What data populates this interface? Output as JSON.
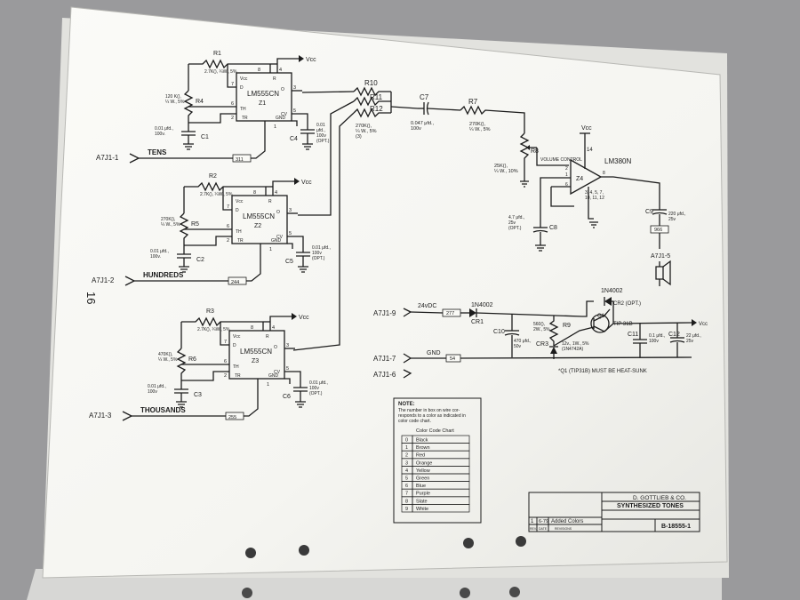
{
  "page_number": "16",
  "timers": [
    {
      "resistor_top": "R1",
      "resistor_top_value": "2.7K(), ¼W., 5%",
      "resistor_side": "R4",
      "resistor_side_value": "120 K(),\n¼ W., 5%",
      "chip_name": "LM555CN",
      "chip_id": "Z1",
      "cap_timing": "C1",
      "cap_timing_value": "0.01 μfd.,\n100v.",
      "cap_cv": "C4",
      "cap_cv_value": "0.01\nμfd.,\n100v\n(OPT.)",
      "pins": [
        "4",
        "8",
        "7",
        "6",
        "2",
        "5",
        "3",
        "1"
      ],
      "pin_labels": [
        "R",
        "Vcc",
        "D",
        "TH",
        "TR",
        "CV",
        "O",
        "GND"
      ],
      "connector": "A7J1-1",
      "signal": "TENS",
      "wire_code": "311",
      "vcc": "Vcc"
    },
    {
      "resistor_top": "R2",
      "resistor_top_value": "2.7K(), ¼W., 5%",
      "resistor_side": "R5",
      "resistor_side_value": "270K(),\n¼ W., 5%",
      "chip_name": "LM555CN",
      "chip_id": "Z2",
      "cap_timing": "C2",
      "cap_timing_value": "0.01 μfd.,\n100v.",
      "cap_cv": "C5",
      "cap_cv_value": "0.01 μfd.,\n100v\n(OPT.)",
      "pins": [
        "4",
        "8",
        "7",
        "6",
        "2",
        "5",
        "3",
        "1"
      ],
      "pin_labels": [
        "R",
        "Vcc",
        "D",
        "TH",
        "TR",
        "CV",
        "O",
        "GND"
      ],
      "connector": "A7J1-2",
      "signal": "HUNDREDS",
      "wire_code": "244",
      "vcc": "Vcc"
    },
    {
      "resistor_top": "R3",
      "resistor_top_value": "2.7K(), ¼W., 5%",
      "resistor_side": "R6",
      "resistor_side_value": "470K(),\n¼ W., 5%",
      "chip_name": "LM555CN",
      "chip_id": "Z3",
      "cap_timing": "C3",
      "cap_timing_value": "0.01 μfd.,\n100v",
      "cap_cv": "C6",
      "cap_cv_value": "0.01 μfd.,\n100v\n(OPT.)",
      "pins": [
        "4",
        "8",
        "7",
        "6",
        "2",
        "5",
        "3",
        "1"
      ],
      "pin_labels": [
        "R",
        "Vcc",
        "D",
        "TH",
        "TR",
        "CV",
        "O",
        "GND"
      ],
      "connector": "A7J1-3",
      "signal": "THOUSANDS",
      "wire_code": "255",
      "vcc": "Vcc"
    }
  ],
  "mixer": {
    "r10": "R10",
    "r11": "R11",
    "r12": "R12",
    "r12_value": "270K(),\n¼ W., 5%\n(3)",
    "c7": "C7",
    "c7_value": "0.047 μfd.,\n100v",
    "r7": "R7",
    "r7_value": "270K(),\n¼ W., 5%"
  },
  "amp": {
    "r8": "R8",
    "r8_value": "25K(),\n¼ W., 10%",
    "volume": "VOLUME CONTROL",
    "chip_name": "LM380N",
    "chip_id": "Z4",
    "vcc": "Vcc",
    "pin_minus": "2",
    "pin_plus": "6",
    "pin_in": "1",
    "pin_out": "8",
    "gnd_pins": "3, 4, 5, 7,\n10, 11, 12",
    "pin_vcc": "14",
    "c8": "C8",
    "c8_value": "4.7 μfd.,\n25v\n(OPT.)",
    "c9": "C9",
    "c9_value": "220 μfd.,\n25v",
    "speaker_wire": "966",
    "speaker_conn": "A7J1-5"
  },
  "power": {
    "in_conn": "A7J1-9",
    "in_label": "24vDC",
    "in_wire": "277",
    "cr1": "CR1",
    "cr1_part": "1N4002",
    "cr2": "CR2 (OPT.)",
    "cr2_part": "1N4002",
    "q1": "Q1*",
    "q1_part": "TIP 31B",
    "vcc_out": "Vcc",
    "r9": "R9",
    "r9_value": "560(),\n2W., 5%",
    "cr3": "CR3",
    "cr3_value": "12v., 1W., 5%\n(1N4742A)",
    "c10": "C10",
    "c10_value": "470 μfd.,\n50v",
    "c11": "C11",
    "c11_value": "0.1 μfd.,\n100v",
    "c12": "C12",
    "c12_value": "22 μfd.,\n25v",
    "gnd_conn": "A7J1-7",
    "gnd_label": "GND",
    "gnd_wire": "54",
    "nc_conn": "A7J1-6",
    "footnote": "*Q1 (TIP31B) MUST BE HEAT-SUNK"
  },
  "note": {
    "title": "NOTE:",
    "text": "The number in box on wire cor-\nresponds to a color as indicated in\ncolor code chart.",
    "chart_title": "Color Code Chart",
    "colors": [
      {
        "code": "0",
        "name": "Black"
      },
      {
        "code": "1",
        "name": "Brown"
      },
      {
        "code": "2",
        "name": "Red"
      },
      {
        "code": "3",
        "name": "Orange"
      },
      {
        "code": "4",
        "name": "Yellow"
      },
      {
        "code": "5",
        "name": "Green"
      },
      {
        "code": "6",
        "name": "Blue"
      },
      {
        "code": "7",
        "name": "Purple"
      },
      {
        "code": "8",
        "name": "Slate"
      },
      {
        "code": "9",
        "name": "White"
      }
    ]
  },
  "title_block": {
    "company": "D. GOTTLIEB & CO.",
    "title": "SYNTHESIZED TONES",
    "drawing_number": "B-18555-1",
    "rev_no": "1",
    "rev_date": "6-79",
    "rev_desc": "Added Colors",
    "head_rev": "REV.",
    "head_date": "DATE",
    "head_desc": "REVISIONS"
  }
}
